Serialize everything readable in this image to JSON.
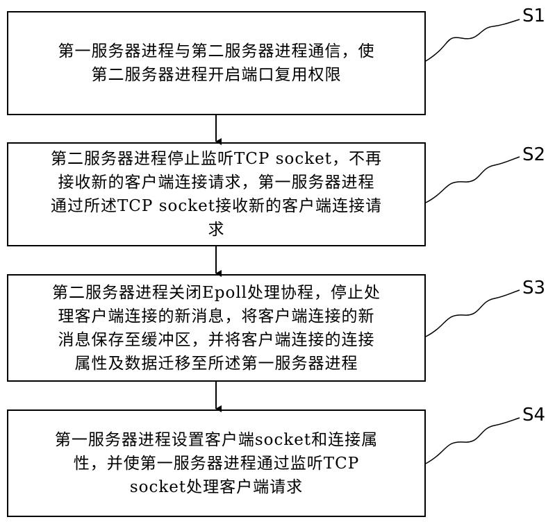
{
  "steps": [
    {
      "label": "S1",
      "lines": [
        "第一服务器进程与第二服务器进程通信，使",
        "第二服务器进程开启端口复用权限"
      ]
    },
    {
      "label": "S2",
      "lines": [
        "第二服务器进程停止监听TCP socket，不再",
        "接收新的客户端连接请求，第一服务器进程",
        "通过所述TCP socket接收新的客户端连接请",
        "求"
      ]
    },
    {
      "label": "S3",
      "lines": [
        "第二服务器进程关闭Epoll处理协程，停止处",
        "理客户端连接的新消息，将客户端连接的新",
        "消息保存至缓冲区，并将客户端连接的连接",
        "属性及数据迁移至所述第一服务器进程"
      ]
    },
    {
      "label": "S4",
      "lines": [
        "第一服务器进程设置客户端socket和连接属",
        "性，并使第一服务器进程通过监听TCP",
        "socket处理客户端请求"
      ]
    }
  ]
}
